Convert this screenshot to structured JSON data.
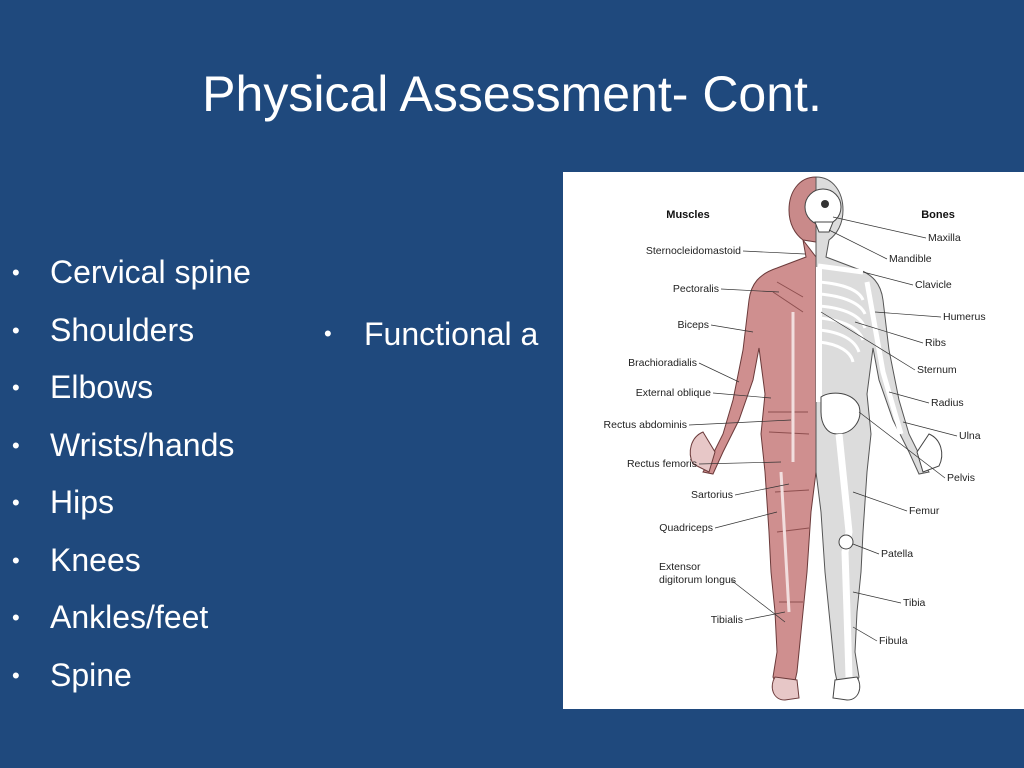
{
  "slide": {
    "title": "Physical Assessment- Cont.",
    "bullet_char": "•",
    "left_bullets": [
      "Cervical spine",
      "Shoulders",
      "Elbows",
      "Wrists/hands",
      "Hips",
      "Knees",
      "Ankles/feet",
      "Spine"
    ],
    "right_bullet": "Functional a"
  },
  "figure": {
    "muscles_header": "Muscles",
    "bones_header": "Bones",
    "muscle_labels": [
      "Sternocleidomastoid",
      "Pectoralis",
      "Biceps",
      "Brachioradialis",
      "External oblique",
      "Rectus abdominis",
      "Rectus femoris",
      "Sartorius",
      "Quadriceps",
      "Extensor",
      "digitorum longus",
      "Tibialis"
    ],
    "bone_labels": [
      "Maxilla",
      "Mandible",
      "Clavicle",
      "Humerus",
      "Ribs",
      "Sternum",
      "Radius",
      "Ulna",
      "Pelvis",
      "Femur",
      "Patella",
      "Tibia",
      "Fibula"
    ]
  },
  "colors": {
    "background": "#1f497d",
    "text": "#ffffff",
    "muscle": "#c98a8a",
    "bone": "#d9d9d9"
  }
}
